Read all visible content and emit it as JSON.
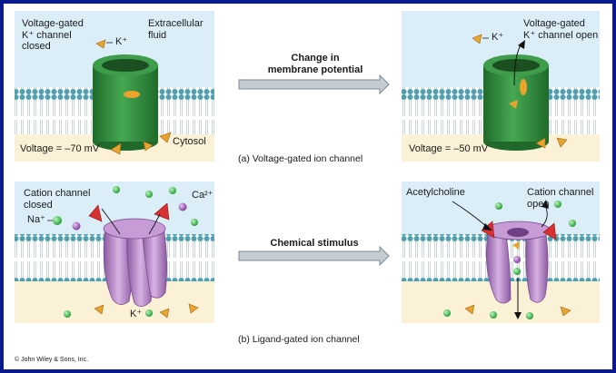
{
  "colors": {
    "border_blue": "#0a1a8c",
    "fluid_blue": "#dbeef8",
    "cytosol_tan": "#fbf1d6",
    "lipid_head": "#4f9fae",
    "channel_green": "#2e8b3a",
    "channel_purple": "#b98ac9",
    "ion_k": "#e8a42c",
    "ion_na": "#39c24a",
    "ion_ca": "#a45bc2",
    "ligand_red": "#d83030",
    "arrow_gray": "#9aa7b0"
  },
  "panel_a": {
    "left": {
      "channel_label": "Voltage-gated\nK⁺ channel\nclosed",
      "k_label": "K⁺",
      "fluid_label": "Extracellular\nfluid",
      "voltage": "Voltage = –70 mV",
      "cytosol_label": "Cytosol"
    },
    "arrow_label": "Change in\nmembrane potential",
    "right": {
      "k_label": "K⁺",
      "channel_label": "Voltage-gated\nK⁺ channel open",
      "voltage": "Voltage = –50 mV"
    },
    "caption": "(a) Voltage-gated ion channel"
  },
  "panel_b": {
    "left": {
      "channel_label": "Cation channel\nclosed",
      "na_label": "Na⁺",
      "ca_label": "Ca²⁺",
      "k_label": "K⁺"
    },
    "arrow_label": "Chemical stimulus",
    "right": {
      "ligand_label": "Acetylcholine",
      "channel_label": "Cation channel\nopen"
    },
    "caption": "(b) Ligand-gated ion channel"
  },
  "copyright": "© John Wiley & Sons, Inc.",
  "icons": [
    "k-ion-icon",
    "na-ion-icon",
    "ca-ion-icon",
    "acetylcholine-icon",
    "process-arrow-icon"
  ]
}
